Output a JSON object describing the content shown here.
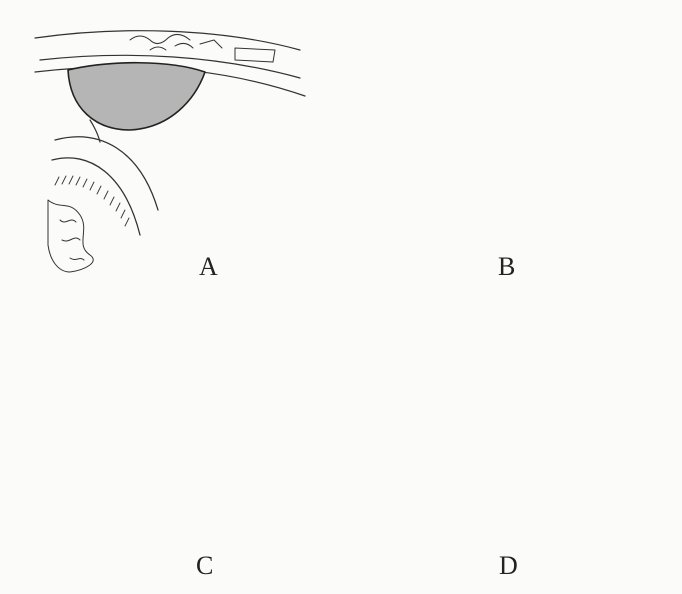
{
  "figure": {
    "panels": [
      {
        "id": "A",
        "label": "A"
      },
      {
        "id": "B",
        "label": "B"
      },
      {
        "id": "C",
        "label": "C"
      },
      {
        "id": "D",
        "label": "D"
      }
    ],
    "ink_color": "#333333",
    "shade_color": "#b5b5b5",
    "paper_color": "#fbfbf9"
  }
}
